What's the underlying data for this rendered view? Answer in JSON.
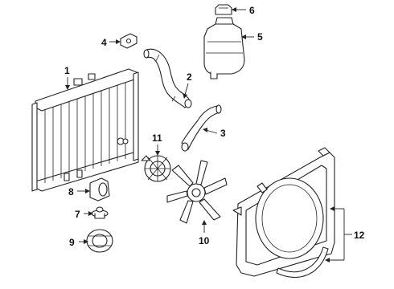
{
  "diagram": {
    "callouts": [
      {
        "id": "c1",
        "number": "1"
      },
      {
        "id": "c2",
        "number": "2"
      },
      {
        "id": "c3",
        "number": "3"
      },
      {
        "id": "c4",
        "number": "4"
      },
      {
        "id": "c5",
        "number": "5"
      },
      {
        "id": "c6",
        "number": "6"
      },
      {
        "id": "c7",
        "number": "7"
      },
      {
        "id": "c8",
        "number": "8"
      },
      {
        "id": "c9",
        "number": "9"
      },
      {
        "id": "c10",
        "number": "10"
      },
      {
        "id": "c11",
        "number": "11"
      },
      {
        "id": "c12",
        "number": "12"
      }
    ]
  }
}
